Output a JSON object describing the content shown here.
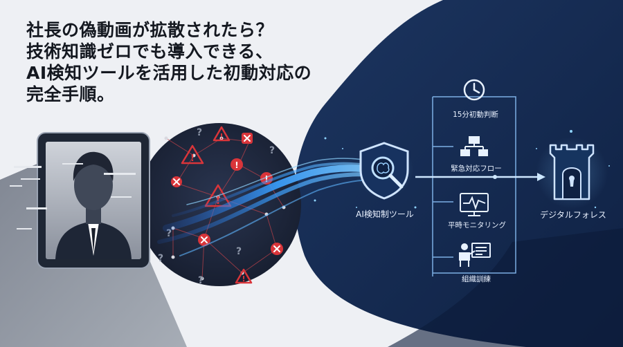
{
  "headline": {
    "line1": "社長の偽動画が拡散されたら？",
    "line2": "技術知識ゼロでも導入できる、",
    "line3": "AI検知ツールを活用した初動対応の",
    "line4": "完全手順。"
  },
  "diagram": {
    "center_label": "AI検知制ツール",
    "branches": [
      "15分初動判断",
      "緊急対応フロー",
      "平時モニタリング",
      "組織訓練"
    ],
    "target_label": "デジタルフォレス"
  },
  "icons": {
    "tablet": "tablet-with-person-icon",
    "threat_cloud": "threat-network-icon",
    "shield": "shield-brain-icon",
    "magnifier": "magnifier-icon",
    "clock": "clock-icon",
    "flowchart": "flowchart-icon",
    "monitor": "monitor-pulse-icon",
    "presenter": "presenter-board-icon",
    "fortress": "fortress-keyhole-icon"
  },
  "colors": {
    "navy": "#13284b",
    "blue_accent": "#3aa0ff",
    "alert_red": "#d9353a",
    "page_bg": "#eef0f4"
  }
}
